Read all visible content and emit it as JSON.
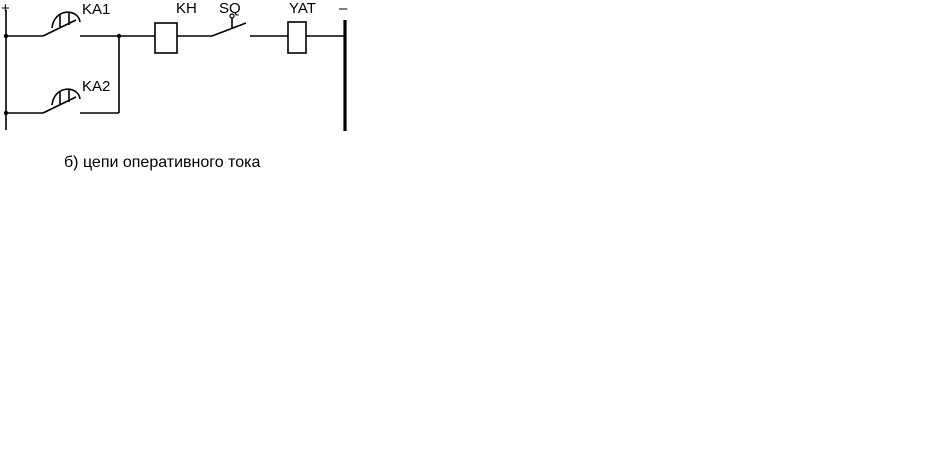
{
  "diagram": {
    "plus_sign": "+",
    "minus_sign": "–",
    "components": {
      "ka1": "KA1",
      "ka2": "KA2",
      "kh": "KH",
      "sq": "SQ",
      "yat": "YAT"
    },
    "caption": "б) цепи оперативного тока"
  },
  "colors": {
    "lines": "#000000",
    "background": "#ffffff"
  }
}
